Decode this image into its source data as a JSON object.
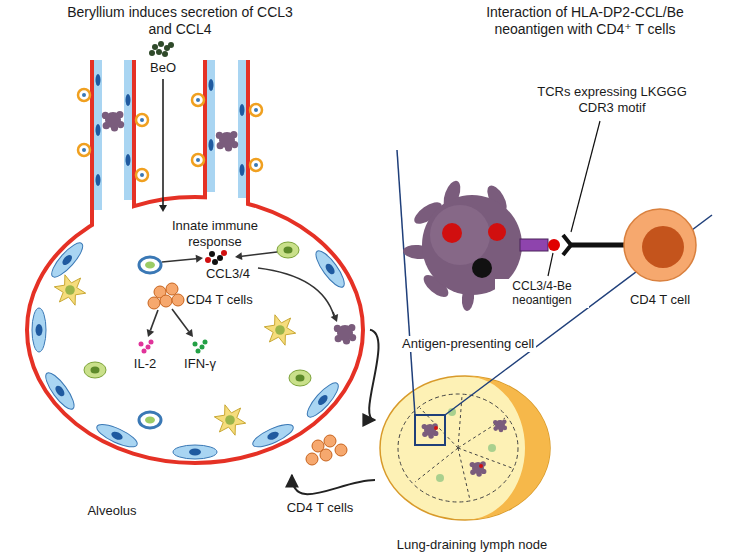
{
  "diagram": {
    "nodes": [
      {
        "text": [
          "Innate immune response",
          "CCL3/4",
          "CD4 T cells",
          "IL-2",
          "IFN-γ",
          "Alveolus"
        ]
      },
      {
        "text": [
          "Lung-draining lymph node"
        ]
      },
      {
        "text": [
          "Antigen-presenting cell"
        ]
      },
      {
        "text": [
          "CD4 T cell"
        ]
      }
    ],
    "edges": [
      {
        "from": 0,
        "to": 1,
        "arrow": "to"
      },
      {
        "from": 1,
        "to": 0,
        "arrow": "to"
      }
    ],
    "labels": [
      "Beryllium induces secretion of CCL3 and CCL4",
      "Interaction of HLA-DP2-CCL/Be neoantigen with CD4⁺ T cells",
      "BeO",
      "CD4 T cells",
      "TCRs expressing LKGGG CDR3 motif",
      "CCL3/4-Be neoantigen"
    ]
  }
}
